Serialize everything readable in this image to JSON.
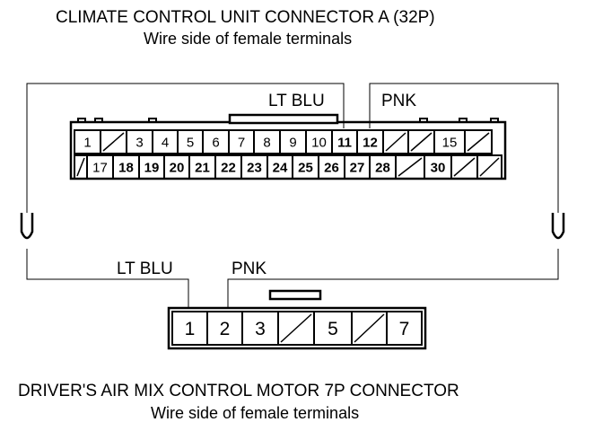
{
  "connector_a": {
    "title": "CLIMATE CONTROL UNIT CONNECTOR A (32P)",
    "subtitle": "Wire side of female terminals",
    "row1": [
      "1",
      "",
      "3",
      "4",
      "5",
      "6",
      "7",
      "8",
      "9",
      "10",
      "11",
      "12",
      "",
      "",
      "15",
      ""
    ],
    "row2": [
      "",
      "17",
      "18",
      "19",
      "20",
      "21",
      "22",
      "23",
      "24",
      "25",
      "26",
      "27",
      "28",
      "",
      "30",
      "",
      ""
    ]
  },
  "connector_b": {
    "title": "DRIVER'S AIR MIX CONTROL MOTOR 7P CONNECTOR",
    "subtitle": "Wire side of female terminals",
    "cells": [
      "1",
      "2",
      "3",
      "",
      "5",
      "",
      "7"
    ]
  },
  "wires": {
    "lt_blu_top": "LT BLU",
    "pnk_top": "PNK",
    "lt_blu_bottom": "LT BLU",
    "pnk_bottom": "PNK"
  }
}
